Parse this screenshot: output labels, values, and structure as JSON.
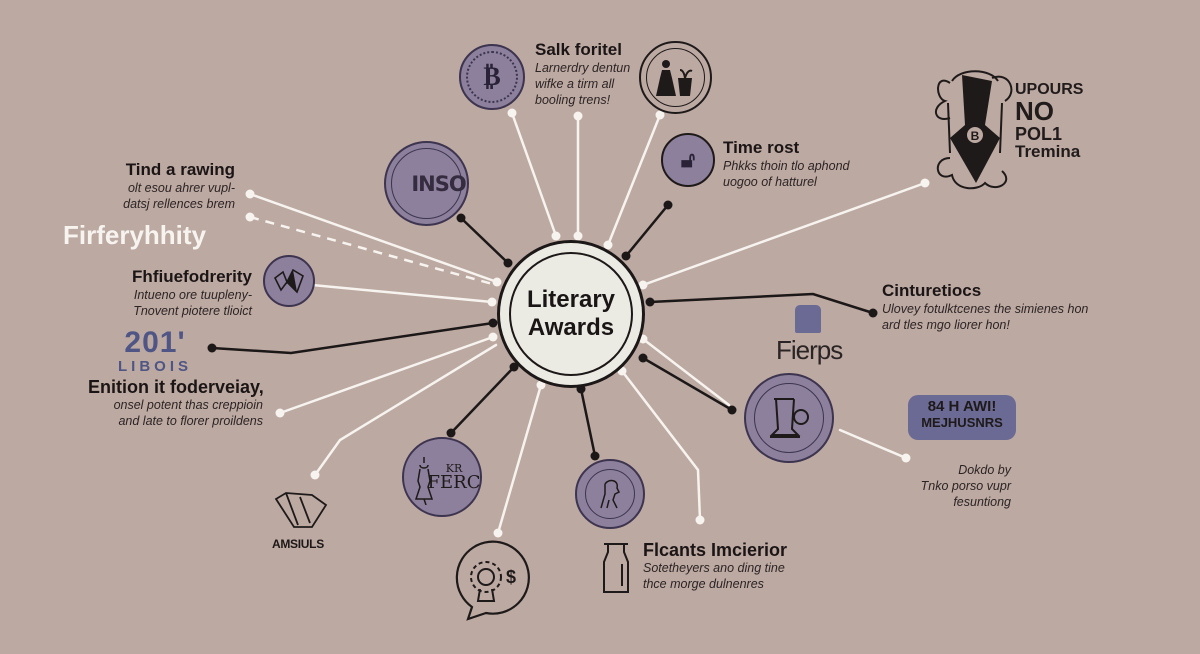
{
  "diagram": {
    "title": "Literary Awards",
    "background_color": "#bca9a2",
    "accent_colors": {
      "badge_fill": "#8c809c",
      "badge_outline": "#3d3450",
      "hub_fill": "#ecebe3",
      "dark_line": "#1c1818",
      "light_line": "#f7f3ef",
      "year_text": "#4f5585"
    },
    "hub": {
      "label_line1": "Literary",
      "label_line2": "Awards",
      "icon": "circle-hub"
    },
    "side_heading": "Firferyhhity",
    "year_block": {
      "year": "201'",
      "caption": "LIBOIS"
    },
    "nodes": [
      {
        "id": "top",
        "title": "Salk foritel",
        "desc": [
          "Larnerdry dentun",
          "wifke a tirm all",
          "booling trens!"
        ],
        "icon": "coin-badge-icon"
      },
      {
        "id": "top-right",
        "title": "Time rost",
        "desc": [
          "Phkks thoin tlo aphond",
          "uogoo of hatturel"
        ],
        "icon": "lock-badge-icon"
      },
      {
        "id": "left-top",
        "title": "Tind a rawing",
        "desc": [
          "olt esou ahrer vupl-",
          "datsj rellences brem"
        ],
        "icon": null
      },
      {
        "id": "left-mid",
        "title": "Fhfiuefodrerity",
        "desc": [
          "Intueno ore tuupleny-",
          "Tnovent piotere tlioict"
        ],
        "icon": "origami-badge-icon"
      },
      {
        "id": "left-bottom",
        "title": "Enition it foderveiay,",
        "desc": [
          "onsel potent thas creppioin",
          "and late to florer proildens"
        ],
        "icon": null
      },
      {
        "id": "right-mid",
        "title": "Cinturetiocs",
        "desc": [
          "Ulovey fotulktcenes the simienes hon",
          "ard tles mgo liorer hon!"
        ],
        "icon": null
      },
      {
        "id": "bottom-right",
        "title": "Flcants Imcierior",
        "desc": [
          "Sotetheyers ano ding tine",
          "thce morge dulnenres"
        ],
        "icon": "bottle-icon"
      },
      {
        "id": "far-right",
        "title": "",
        "desc": [
          "Dokdo by",
          "Tnko porso vupr",
          "fesuntiong"
        ],
        "icon": "cloud-banner-icon"
      }
    ],
    "badges": {
      "inso": "INSO",
      "ferc_top": "KR",
      "ferc": "FERC",
      "fierps": "Fierps",
      "amsiuls": "AMSIULS",
      "upours_lines": [
        "UPOURS",
        "NO",
        "POL1",
        "Tremina"
      ],
      "banner_lines": [
        "84 H AWI!",
        "MEJHUSNRS"
      ],
      "dollar": "$"
    }
  }
}
